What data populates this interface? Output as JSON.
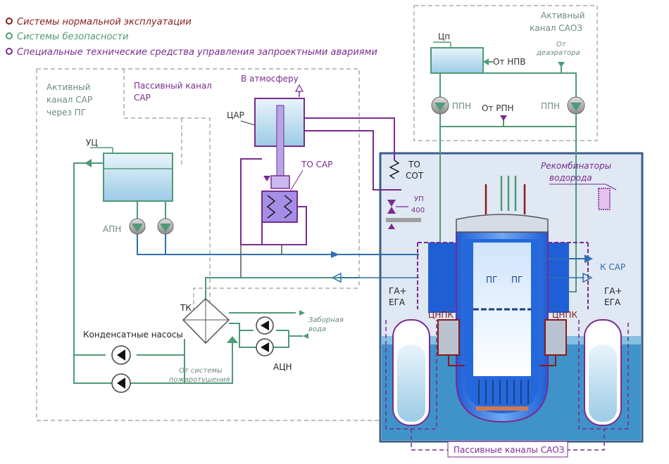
{
  "legend": {
    "items": [
      {
        "text": "Системы нормальной эксплуатации",
        "color": "#8b1a1a"
      },
      {
        "text": "Системы безопасности",
        "color": "#4f9a77"
      },
      {
        "text": "Специальные технические средства управления запроектными авариями",
        "color": "#7a2b8f"
      }
    ]
  },
  "colors": {
    "normal": "#8b1a1a",
    "safety": "#4f9a77",
    "special": "#7a2b8f",
    "water": "#2f6fb0",
    "containment": "#dbe6f3"
  },
  "labels": {
    "active_sar_line1": "Активный",
    "active_sar_line2": "канал САР",
    "active_sar_line3": "через ПГ",
    "passive_sar_line1": "Пассивный канал",
    "passive_sar_line2": "САР",
    "atmosphere": "В атмосферу",
    "car": "ЦАР",
    "to_sar": "ТО САР",
    "to_sot_line1": "ТО",
    "to_sot_line2": "СОТ",
    "up_line1": "УП",
    "up_line2": "400",
    "uc": "УЦ",
    "apn": "АПН",
    "tk": "ТК",
    "condensate_pumps": "Конденсатные насосы",
    "intake_water_line1": "Заборная",
    "intake_water_line2": "вода",
    "acn": "АЦН",
    "fire_line1": "От системы",
    "fire_line2": "пожаротушения",
    "active_saoz_line1": "Активный",
    "active_saoz_line2": "канал САОЗ",
    "cp": "Цп",
    "from_npv": "От НПВ",
    "from_deaerator_line1": "От",
    "from_deaerator_line2": "деаэратора",
    "ppn_left": "ППН",
    "ppn_right": "ППН",
    "from_rpn": "От РПН",
    "recombiners_line1": "Рекомбинаторы",
    "recombiners_line2": "водорода",
    "to_sar_right": "К САР",
    "pg_left": "ПГ",
    "pg_right": "ПГ",
    "cnpk_left": "ЦНПК",
    "cnpk_right": "ЦНПК",
    "ga_left_line1": "ГА+",
    "ga_left_line2": "ЕГА",
    "ga_right_line1": "ГА+",
    "ga_right_line2": "ЕГА",
    "passive_saoz": "Пассивные каналы САОЗ"
  }
}
